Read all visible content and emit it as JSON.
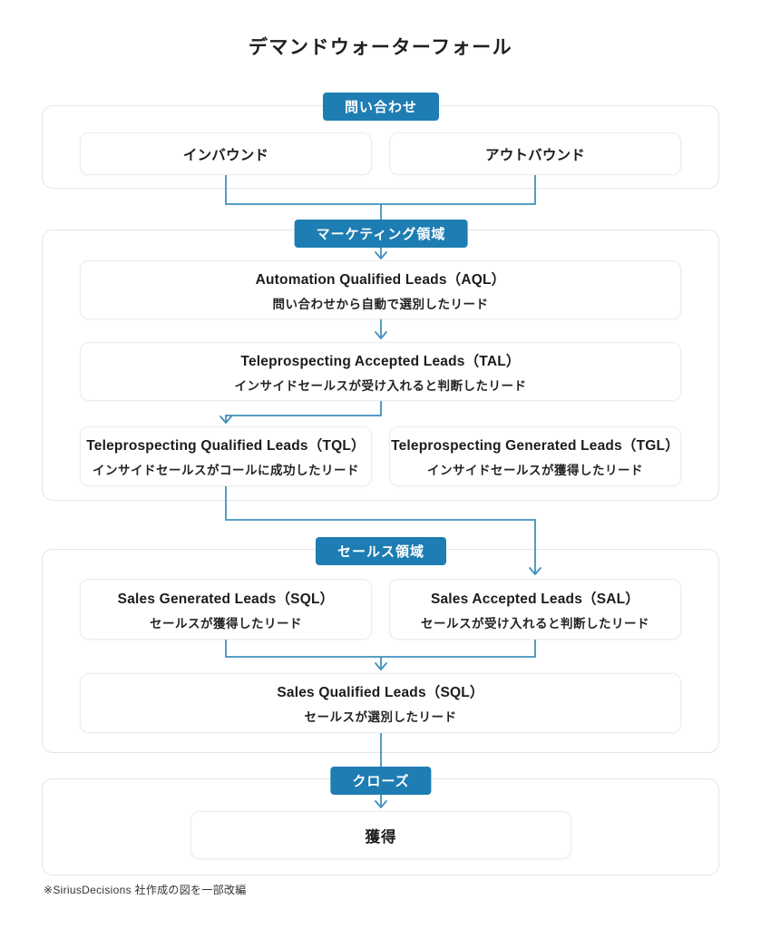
{
  "title": "デマンドウォーターフォール",
  "footer_note": "※SiriusDecisions 社作成の図を一部改編",
  "colors": {
    "stage_pill": "#1e7db2",
    "connector": "#4191bd",
    "box_border": "#ececec",
    "section_border": "#e5e5e5",
    "text": "#1c1c1c"
  },
  "sections": {
    "inquiry": {
      "label": "問い合わせ",
      "boxes": [
        {
          "title": "インバウンド"
        },
        {
          "title": "アウトバウンド"
        }
      ]
    },
    "marketing": {
      "label": "マーケティング領域",
      "boxes": [
        {
          "title": "Automation Qualified Leads（AQL）",
          "subtitle": "問い合わせから自動で選別したリード"
        },
        {
          "title": "Teleprospecting Accepted Leads（TAL）",
          "subtitle": "インサイドセールスが受け入れると判断したリード"
        },
        {
          "title": "Teleprospecting Qualified Leads（TQL）",
          "subtitle": "インサイドセールスがコールに成功したリード"
        },
        {
          "title": "Teleprospecting Generated Leads（TGL）",
          "subtitle": "インサイドセールスが獲得したリード"
        }
      ]
    },
    "sales": {
      "label": "セールス領域",
      "boxes": [
        {
          "title": "Sales Generated Leads（SQL）",
          "subtitle": "セールスが獲得したリード"
        },
        {
          "title": "Sales Accepted Leads（SAL）",
          "subtitle": "セールスが受け入れると判断したリード"
        },
        {
          "title": "Sales Qualified Leads（SQL）",
          "subtitle": "セールスが選別したリード"
        }
      ]
    },
    "close": {
      "label": "クローズ",
      "boxes": [
        {
          "title": "獲得"
        }
      ]
    }
  }
}
